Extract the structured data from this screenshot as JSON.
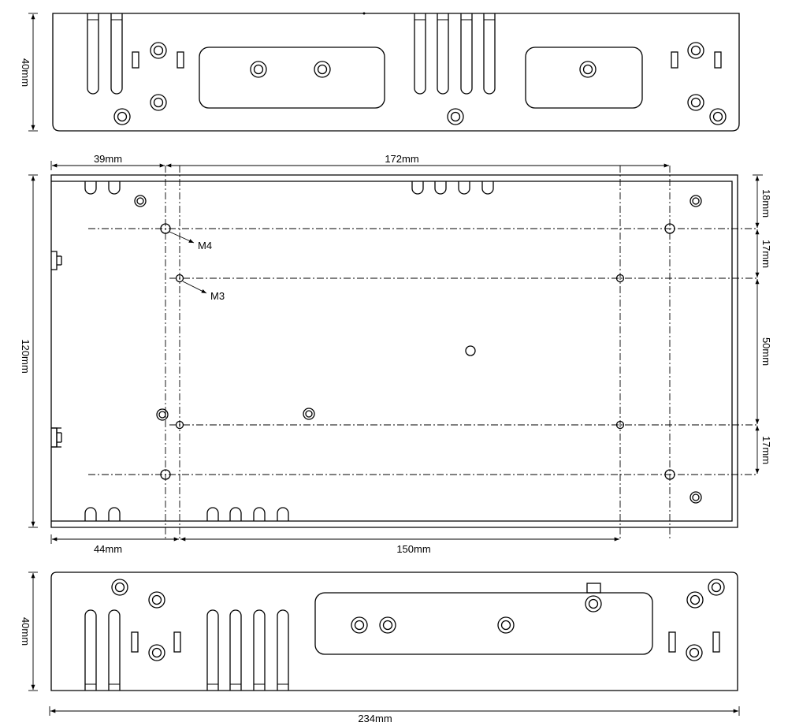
{
  "dimensions": {
    "top_view_height": "40mm",
    "left_offset_m4": "39mm",
    "m4_span": "172mm",
    "plate_height": "120mm",
    "top_to_m4": "18mm",
    "m4_to_m3": "17mm",
    "m3_span_vertical": "50mm",
    "m3_to_m4_bottom": "17mm",
    "left_offset_m3": "44mm",
    "m3_span": "150mm",
    "bottom_view_height": "40mm",
    "overall_length": "234mm"
  },
  "callouts": {
    "m4": "M4",
    "m3": "M3"
  }
}
